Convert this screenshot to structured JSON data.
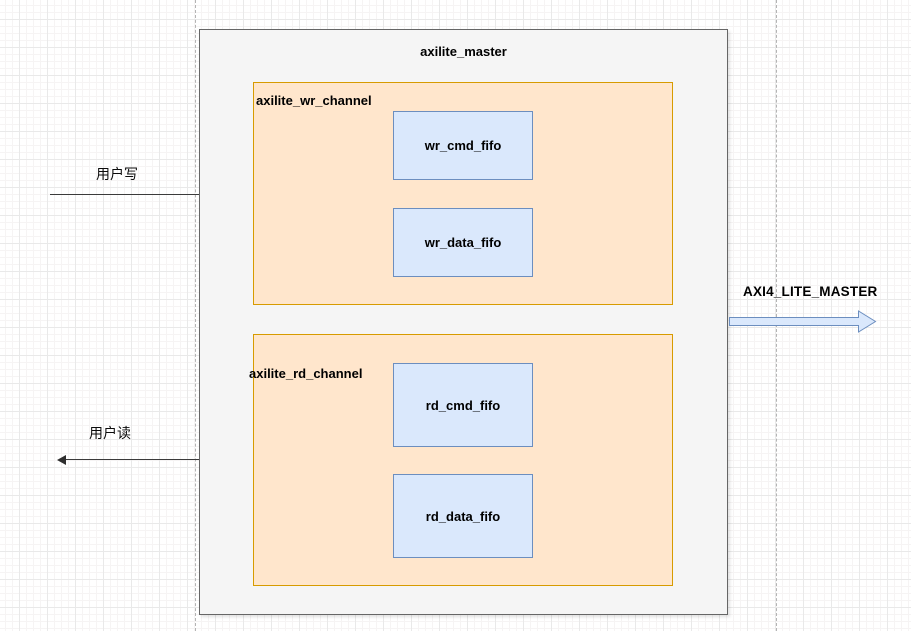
{
  "canvas": {
    "grid_minor_color": "#f6f4f4",
    "grid_major_color": "#e9e9e9",
    "page_guide_color": "#b4b4b4"
  },
  "master_block": {
    "title": "axilite_master",
    "fill": "#f5f5f5",
    "border": "#666666"
  },
  "write_channel": {
    "label": "axilite_wr_channel",
    "fill": "#ffe6cc",
    "border": "#d79b00",
    "fifos": [
      {
        "label": "wr_cmd_fifo"
      },
      {
        "label": "wr_data_fifo"
      }
    ]
  },
  "read_channel": {
    "label": "axilite_rd_channel",
    "fill": "#ffe6cc",
    "border": "#d79b00",
    "fifos": [
      {
        "label": "rd_cmd_fifo"
      },
      {
        "label": "rd_data_fifo"
      }
    ]
  },
  "fifo_style": {
    "fill": "#dae8fc",
    "border": "#6c8ebf"
  },
  "arrows": {
    "user_write_label": "用户写",
    "user_read_label": "用户读",
    "axi_output_label": "AXI4_LITE_MASTER",
    "block_arrow_fill": "#dae8fc",
    "block_arrow_border": "#6c8ebf"
  }
}
